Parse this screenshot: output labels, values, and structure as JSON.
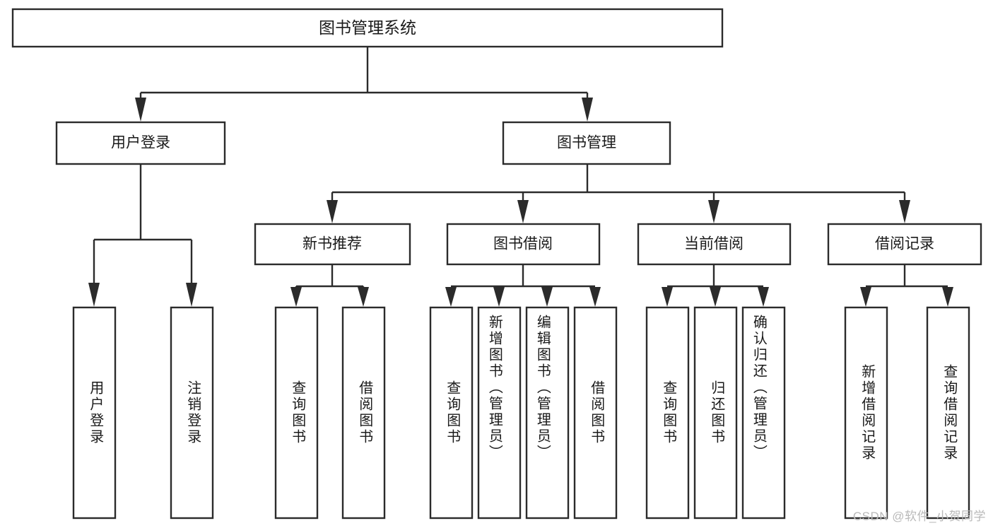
{
  "diagram": {
    "title": "图书管理系统",
    "watermark": "CSDN @软件_小贺同学",
    "root": {
      "label": "图书管理系统"
    },
    "level2": [
      {
        "label": "用户登录"
      },
      {
        "label": "图书管理"
      }
    ],
    "level3": [
      {
        "label": "新书推荐"
      },
      {
        "label": "图书借阅"
      },
      {
        "label": "当前借阅"
      },
      {
        "label": "借阅记录"
      }
    ],
    "leaves": {
      "user_login": [
        {
          "label": "用户登录"
        },
        {
          "label": "注销登录"
        }
      ],
      "new_book": [
        {
          "label": "查询图书"
        },
        {
          "label": "借阅图书"
        }
      ],
      "book_borrow": [
        {
          "label": "查询图书"
        },
        {
          "label": "新增图书（管理员）"
        },
        {
          "label": "编辑图书（管理员）"
        },
        {
          "label": "借阅图书"
        }
      ],
      "current_borrow": [
        {
          "label": "查询图书"
        },
        {
          "label": "归还图书"
        },
        {
          "label": "确认归还（管理员）"
        }
      ],
      "borrow_record": [
        {
          "label": "新增借阅记录"
        },
        {
          "label": "查询借阅记录"
        }
      ]
    },
    "colors": {
      "box_stroke": "#2b2b2b",
      "box_fill": "#ffffff",
      "text": "#1a1a1a",
      "watermark": "#b9b9b9",
      "background": "#ffffff"
    }
  }
}
